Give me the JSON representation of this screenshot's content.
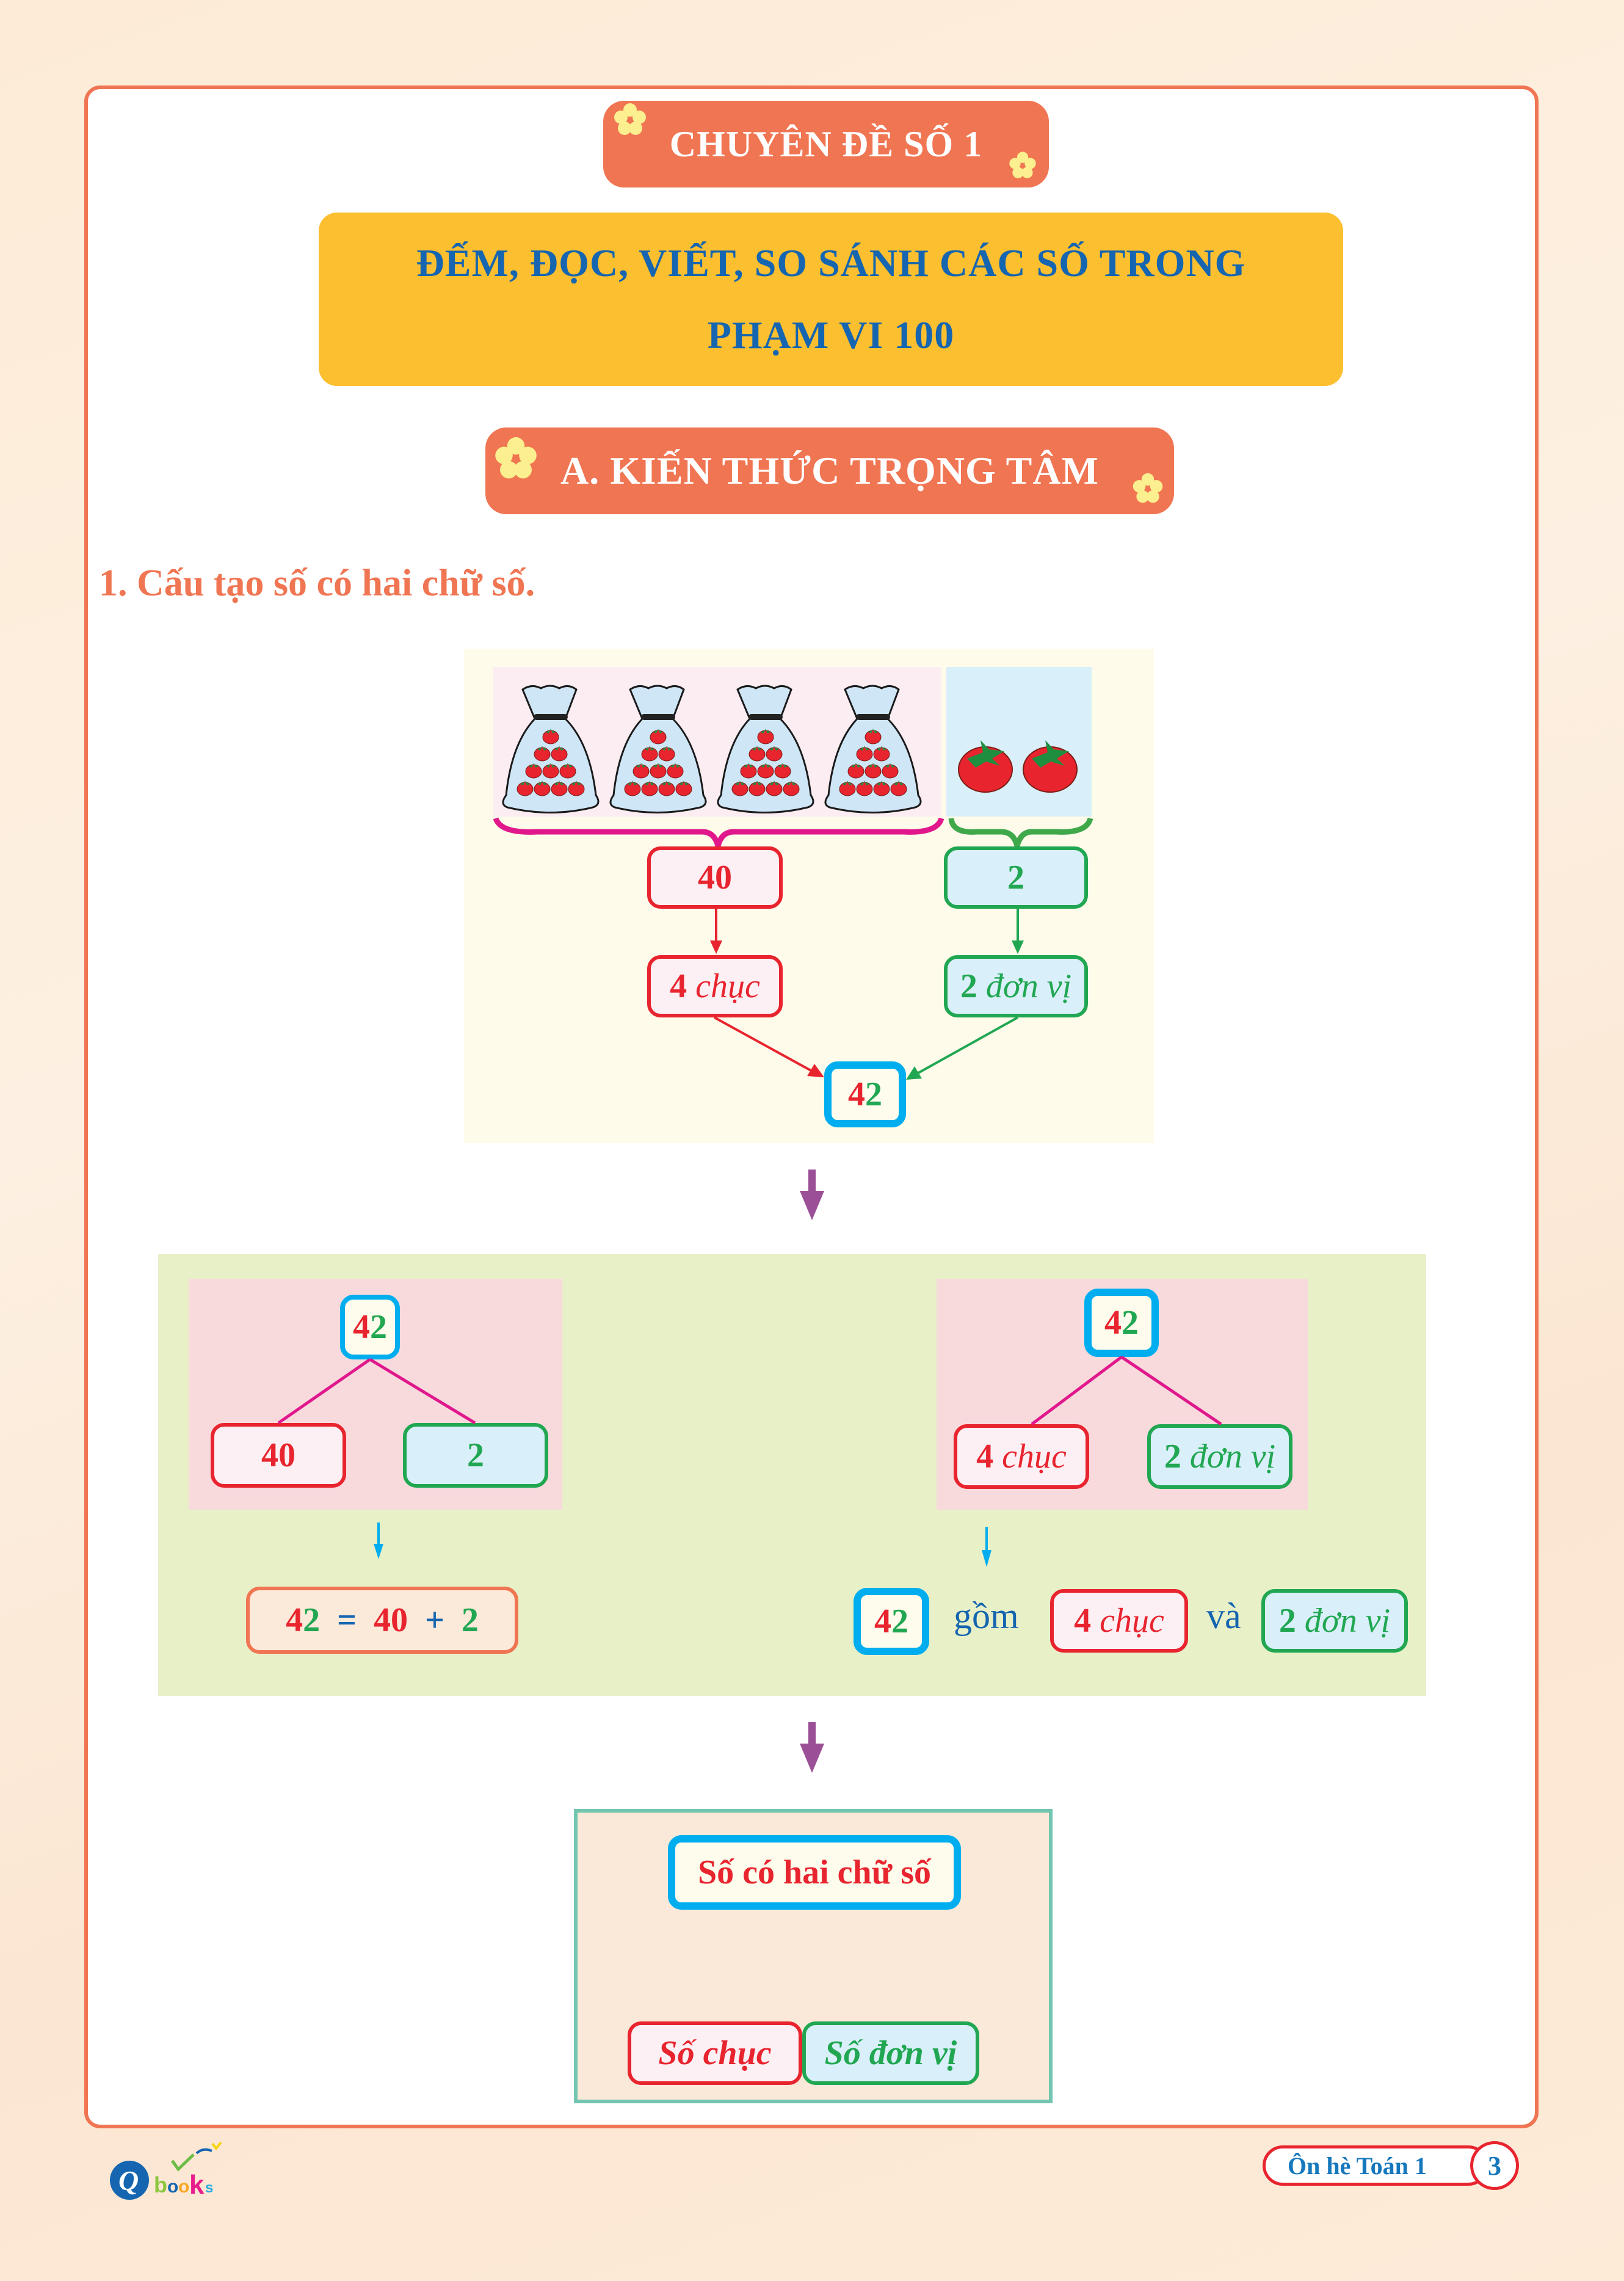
{
  "header": {
    "topic_badge": "CHUYÊN ĐỀ SỐ 1",
    "title_line1": "ĐẾM, ĐỌC, VIẾT, SO SÁNH CÁC SỐ TRONG",
    "title_line2": "PHẠM VI 100",
    "section_badge": "A. KIẾN THỨC TRỌNG TÂM"
  },
  "section1": {
    "heading": "1.  Cấu tạo số có hai chữ số.",
    "illustration": {
      "bags_count": 4,
      "tomatoes_per_bag": 10,
      "loose_tomatoes": 2,
      "tens_value": "40",
      "ones_value": "2",
      "tens_digit": "4",
      "tens_word": "chục",
      "ones_digit": "2",
      "ones_word": "đơn vị",
      "result_tens_digit": "4",
      "result_ones_digit": "2"
    },
    "left_tree": {
      "root_tens": "4",
      "root_ones": "2",
      "left_child": "40",
      "right_child": "2",
      "equation": {
        "lhs_tens": "4",
        "lhs_ones": "2",
        "equals": "=",
        "addend1": "40",
        "plus": "+",
        "addend2": "2"
      }
    },
    "right_tree": {
      "root_tens": "4",
      "root_ones": "2",
      "left_child_digit": "4",
      "left_child_word": "chục",
      "right_child_digit": "2",
      "right_child_word": "đơn vị",
      "sentence": {
        "num_tens": "4",
        "num_ones": "2",
        "word_gom": "gồm",
        "tens_digit": "4",
        "tens_word": "chục",
        "word_va": "và",
        "ones_digit": "2",
        "ones_word": "đơn vị"
      }
    },
    "summary": {
      "root": "Số có hai chữ số",
      "left": "Số chục",
      "right": "Số đơn vị"
    }
  },
  "footer": {
    "book_title": "Ôn hè Toán 1",
    "page_number": "3",
    "publisher_logo": "Qbooks"
  },
  "colors": {
    "accent_orange": "#f07552",
    "title_yellow": "#fbbf30",
    "title_blue": "#1565b0",
    "tens_red": "#e8242f",
    "ones_green": "#21a752",
    "highlight_blue": "#00aeef",
    "arrow_purple": "#9b4f96",
    "tree_line_magenta": "#e0188c"
  }
}
